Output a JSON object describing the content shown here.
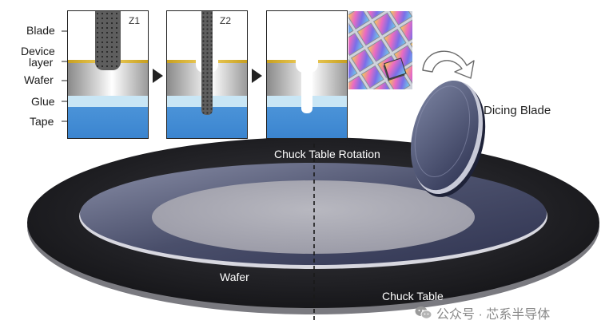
{
  "labels": {
    "blade": "Blade",
    "device_line1": "Device",
    "device_line2": "layer",
    "wafer_layer": "Wafer",
    "glue": "Glue",
    "tape": "Tape"
  },
  "steps": {
    "z1": "Z1",
    "z2": "Z2"
  },
  "scene": {
    "dicing_blade": "Dicing Blade",
    "chuck_table_rotation": "Chuck Table Rotation",
    "wafer": "Wafer",
    "chuck_table": "Chuck Table"
  },
  "watermark": {
    "text": "公众号 · 芯系半导体",
    "icon": "wechat-icon"
  },
  "colors": {
    "tape": "#3d88d3",
    "glue": "#c9e6f5",
    "device_layer": "#e6c545",
    "blade": "#636b85",
    "chuck_table": "#1c1c20"
  }
}
